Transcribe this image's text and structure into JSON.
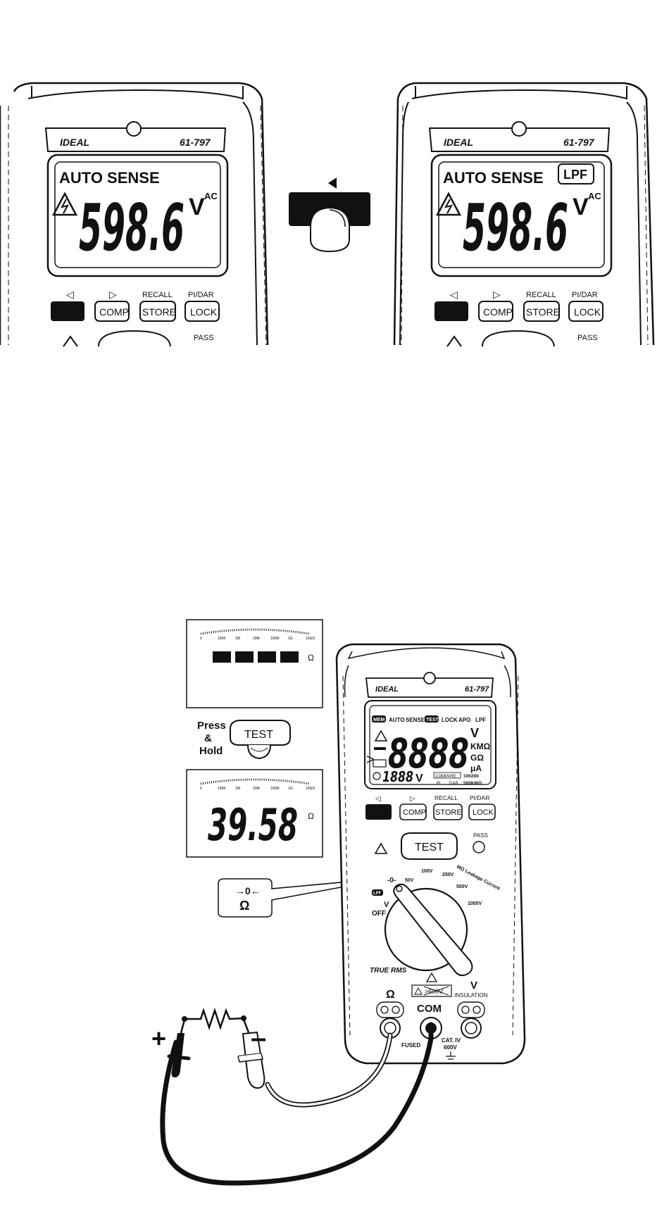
{
  "meter_model": "61-797",
  "brand": "IDEAL",
  "panel_left": {
    "mode_text": "AUTO SENSE",
    "reading": "598.6",
    "unit": "V",
    "unit_suffix": "AC"
  },
  "panel_right": {
    "mode_text": "AUTO SENSE",
    "lpf_badge": "LPF",
    "reading": "598.6",
    "unit": "V",
    "unit_suffix": "AC"
  },
  "buttons": {
    "left_arrow": "◁",
    "right_arrow": "▷",
    "comp": "COMP",
    "store": "STORE",
    "lock": "LOCK",
    "recall": "RECALL",
    "pidar": "PI/DAR",
    "test": "TEST",
    "pass": "PASS"
  },
  "steps": {
    "press_hold_line1": "Press",
    "press_hold_line2": "&",
    "press_hold_line3": "Hold",
    "test_button": "TEST",
    "bar_unit": "Ω",
    "result_reading": "39.58",
    "result_unit": "Ω",
    "scale_ticks": [
      "0",
      "100K",
      "1M",
      "10M",
      "100M",
      "1G",
      "10GΩ"
    ]
  },
  "callout": {
    "symbol": "→0←",
    "unit": "Ω"
  },
  "full_meter": {
    "annunciators": [
      "MEM",
      "AUTO",
      "SENSE",
      "TEST",
      "LOCK",
      "APO",
      "LPF"
    ],
    "digits": "8888",
    "sub_digits": "1888",
    "sub_unit": "V",
    "unit_v": "V",
    "unit_kmohm": "KMΩ",
    "unit_gohm": "GΩ",
    "unit_ua": "μA",
    "compare": "COMPARE",
    "pi": "PI",
    "dar": "DAR",
    "range1": "100200",
    "range2": "500KMΩ",
    "dial_labels": [
      "50V",
      "100V",
      "250V",
      "500V",
      "1000V"
    ],
    "dial_mohm": "MΩ Leakage Current",
    "dial_zero": "-0-",
    "dial_lpf": "LPF",
    "dial_v": "V",
    "dial_off": "OFF",
    "true_rms": "TRUE RMS",
    "warning": ">600V",
    "jack_ohm": "Ω",
    "jack_com": "COM",
    "jack_v": "V",
    "insulation": "INSULATION",
    "fused": "FUSED",
    "cat": "CAT. IV",
    "cat_v": "600V"
  },
  "probes": {
    "plus": "+",
    "minus": "–"
  }
}
